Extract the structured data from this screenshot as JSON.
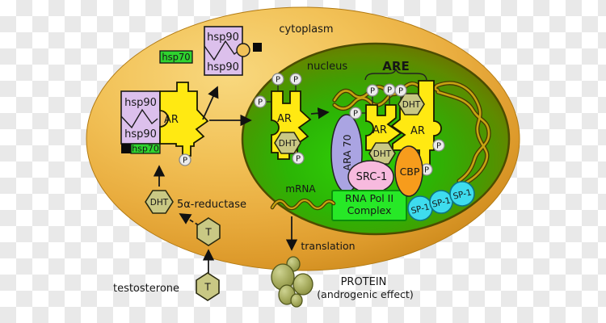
{
  "labels": {
    "cytoplasm": "cytoplasm",
    "nucleus": "nucleus",
    "are": "ARE",
    "hsp90": "hsp90",
    "hsp70": "hsp70",
    "ar": "AR",
    "dht": "DHT",
    "p": "P",
    "t": "T",
    "testosterone": "testosterone",
    "reductase": "5α-reductase",
    "mrna": "mRNA",
    "translation": "translation",
    "rna_pol_line1": "RNA Pol II",
    "rna_pol_line2": "Complex",
    "src1": "SRC-1",
    "cbp": "CBP",
    "ara70": "ARA 70",
    "sp1": "SP-1",
    "protein": "PROTEIN",
    "protein_effect": "(androgenic effect)"
  },
  "colors": {
    "cell_orange": "#eeb248",
    "cell_rim": "#cd8a1c",
    "nucleus_green": "#2fbf06",
    "nucleus_edge": "#4c4c00",
    "ar_yellow": "#ffe912",
    "hsp90_purple": "#dcc0ec",
    "hsp70_green": "#2fd32f",
    "hexagon_khaki": "#c9c884",
    "p_gray": "#ebebeb",
    "ara70_lavender": "#aaa4e2",
    "src1_pink": "#f7bade",
    "cbp_orange": "#f79c1c",
    "rnapol_green": "#27e827",
    "sp1_cyan": "#3edcee",
    "dna_gold": "#c7a312",
    "are_red": "#e10000",
    "protein_olive": "#a0a458"
  }
}
